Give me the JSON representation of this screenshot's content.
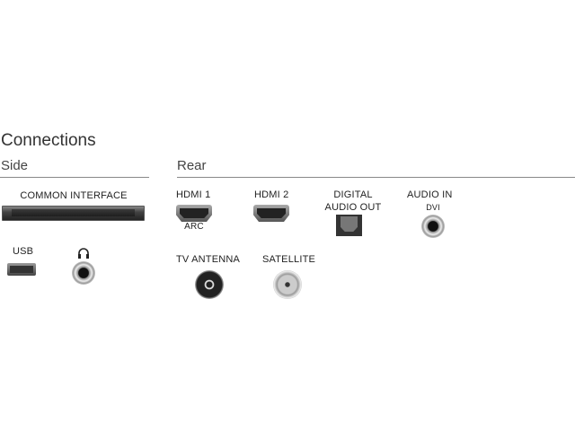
{
  "title": "Connections",
  "side": {
    "heading": "Side",
    "common_interface": "COMMON INTERFACE",
    "usb": "USB"
  },
  "rear": {
    "heading": "Rear",
    "hdmi1": "HDMI 1",
    "arc": "ARC",
    "hdmi2": "HDMI 2",
    "digital_audio_out_1": "DIGITAL",
    "digital_audio_out_2": "AUDIO OUT",
    "audio_in": "AUDIO IN",
    "dvi": "DVI",
    "tv_antenna": "TV ANTENNA",
    "satellite": "SATELLITE"
  }
}
